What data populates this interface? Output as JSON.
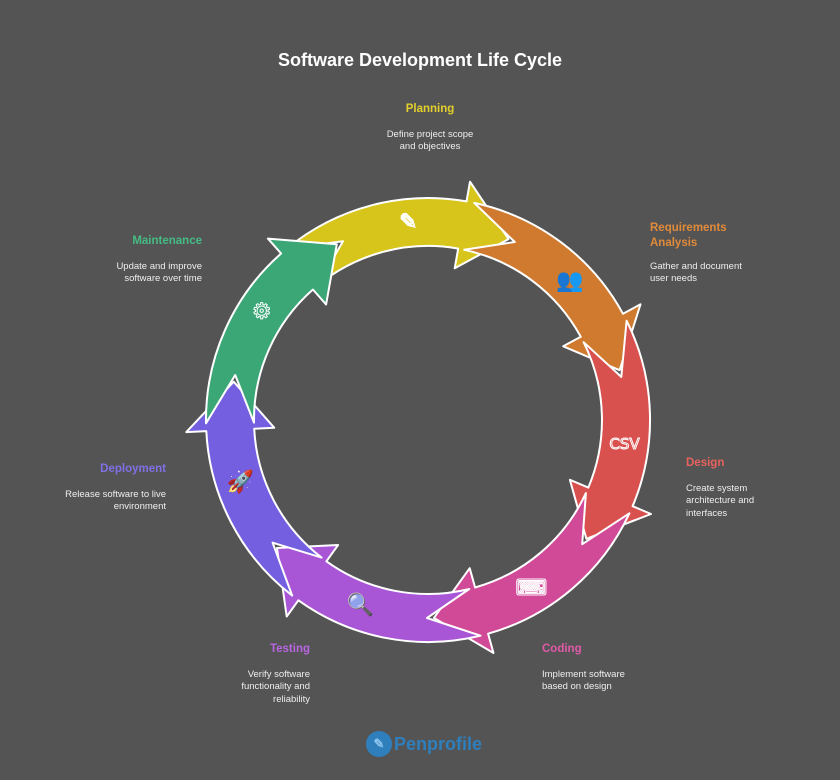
{
  "title": "Software Development Life Cycle",
  "stages": [
    {
      "name": "Planning",
      "desc": "Define project scope and objectives",
      "color": "#d7c51c",
      "icon": "checklist-team-icon",
      "glyph": "✎"
    },
    {
      "name": "Requirements Analysis",
      "desc": "Gather and document user needs",
      "color": "#cf7a2e",
      "icon": "users-chat-icon",
      "glyph": "👥"
    },
    {
      "name": "Design",
      "desc": "Create system architecture and interfaces",
      "color": "#d9514f",
      "icon": "csv-file-icon",
      "glyph": "CSV"
    },
    {
      "name": "Coding",
      "desc": "Implement software based on design",
      "color": "#d14a98",
      "icon": "keyboard-hands-icon",
      "glyph": "⌨"
    },
    {
      "name": "Testing",
      "desc": "Verify software functionality and reliability",
      "color": "#a956d6",
      "icon": "bug-search-icon",
      "glyph": "🔍"
    },
    {
      "name": "Deployment",
      "desc": "Release software to live environment",
      "color": "#745fe0",
      "icon": "rocket-icon",
      "glyph": "🚀"
    },
    {
      "name": "Maintenance",
      "desc": "Update and improve software over time",
      "color": "#3ba777",
      "icon": "wrench-gear-icon",
      "glyph": "⚙"
    }
  ],
  "logo": {
    "text": "Penprofile"
  }
}
